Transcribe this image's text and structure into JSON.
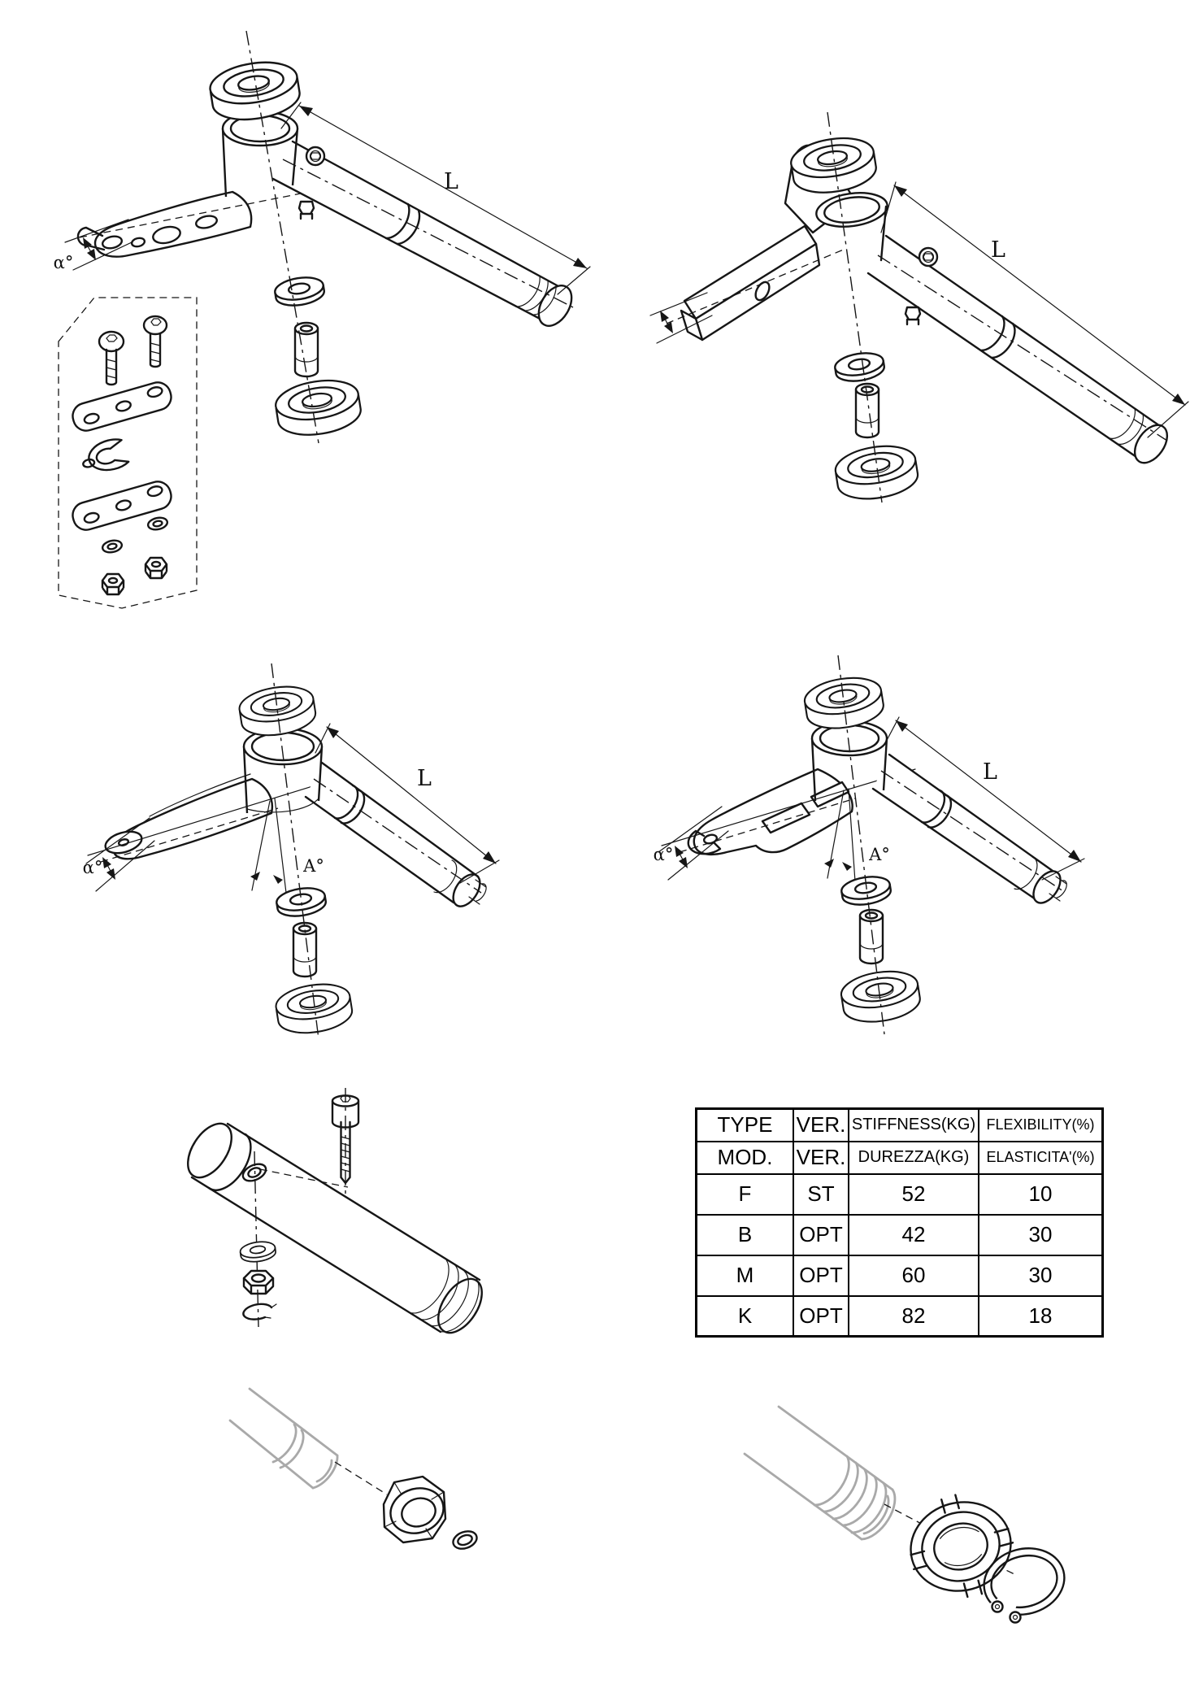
{
  "labels": {
    "top_left": {
      "length": "L",
      "alpha": "α°"
    },
    "top_right": {
      "length": "L"
    },
    "mid_left": {
      "length": "L",
      "alpha": "α°",
      "angle": "A°"
    },
    "mid_right": {
      "length": "L",
      "alpha": "α°",
      "angle": "A°"
    }
  },
  "table": {
    "header_en": {
      "type": "TYPE",
      "ver": "VER.",
      "stiffness": "STIFFNESS(KG)",
      "flexibility": "FLEXIBILITY(%)"
    },
    "header_it": {
      "type": "MOD.",
      "ver": "VER.",
      "stiffness": "DUREZZA(KG)",
      "flexibility": "ELASTICITA'(%)"
    },
    "rows": [
      {
        "type": "F",
        "ver": "ST",
        "stiffness": "52",
        "flexibility": "10"
      },
      {
        "type": "B",
        "ver": "OPT",
        "stiffness": "42",
        "flexibility": "30"
      },
      {
        "type": "M",
        "ver": "OPT",
        "stiffness": "60",
        "flexibility": "30"
      },
      {
        "type": "K",
        "ver": "OPT",
        "stiffness": "82",
        "flexibility": "18"
      }
    ]
  }
}
